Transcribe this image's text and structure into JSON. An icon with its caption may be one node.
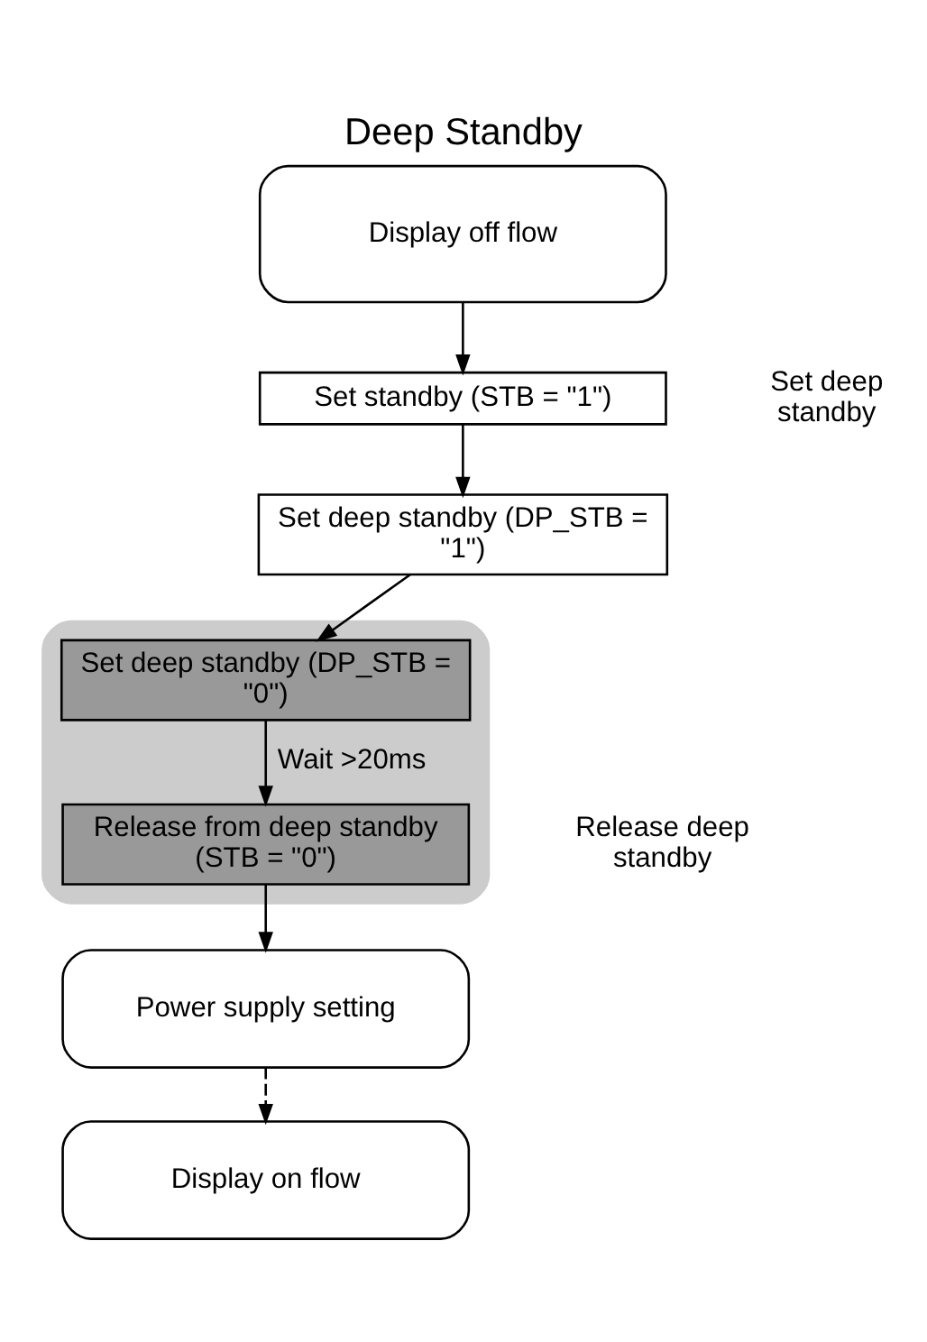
{
  "diagram": {
    "title": "Deep Standby",
    "nodes": [
      {
        "text": [
          "Display off flow"
        ]
      },
      {
        "text": [
          "Set standby (STB = \"1\")"
        ]
      },
      {
        "text": [
          "Set deep standby (DP_STB = \"1\")"
        ]
      },
      {
        "text": [],
        "shape": "box"
      },
      {
        "text": [
          "Set deep standby (DP_STB = \"0\")"
        ],
        "in": 3
      },
      {
        "text": [
          "Release from deep standby (STB = \"0\")"
        ],
        "in": 3
      },
      {
        "text": [
          "Power supply setting"
        ]
      },
      {
        "text": [
          "Display on flow"
        ]
      }
    ],
    "edges": [
      {
        "from": 0,
        "to": 1,
        "arrow": "to"
      },
      {
        "from": 1,
        "to": 2,
        "arrow": "to"
      },
      {
        "from": 2,
        "to": 4,
        "arrow": "to"
      },
      {
        "from": 4,
        "to": 5,
        "arrow": "to",
        "label": "Wait >20ms"
      },
      {
        "from": 5,
        "to": 6,
        "arrow": "to"
      },
      {
        "from": 6,
        "to": 7,
        "arrow": "to",
        "style": "dashed"
      }
    ],
    "labels": [
      "Set deep standby",
      "Release deep standby"
    ]
  }
}
